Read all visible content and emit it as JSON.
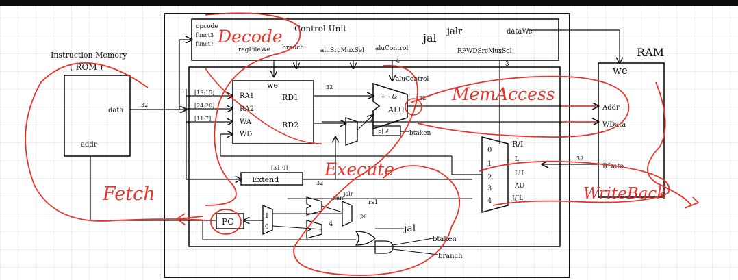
{
  "colors": {
    "ink": "#111111",
    "annotation": "#e8332a",
    "background": "#ffffff"
  },
  "instruction_memory": {
    "title": "Instruction Memory",
    "subtitle": "( ROM )",
    "data_label": "data",
    "addr_label": "addr",
    "bus_width": "32"
  },
  "control_unit": {
    "title": "Control Unit",
    "fields": [
      "opcode",
      "funct3",
      "funct7"
    ],
    "signals": [
      "regFileWe",
      "branch",
      "aluSrcMuxSel",
      "aluControl",
      "jal",
      "jalr",
      "RFWDSrcMuxSel",
      "dataWe"
    ],
    "widths": {
      "alu_control": "4",
      "rfwd_sel": "3"
    }
  },
  "register_file": {
    "we_label": "we",
    "inputs": [
      "[19:15]",
      "[24:20]",
      "[11:7]"
    ],
    "ports_in": [
      "RA1",
      "RA2",
      "WA",
      "WD"
    ],
    "ports_out": [
      "RD1",
      "RD2"
    ],
    "bus_width": "32"
  },
  "alu": {
    "label": "ALU",
    "ops": "+ - & |",
    "control_label": "aluControl",
    "comparator_label": "비교",
    "btaken_label": "btaken",
    "bus_width": "32"
  },
  "extend": {
    "label": "Extend",
    "width_in": "[31:0]",
    "width_out": "32"
  },
  "pc": {
    "label": "PC",
    "adder_inputs": [
      "imm",
      "4",
      "jalr",
      "rs1",
      "pc"
    ],
    "mux_inputs": [
      "1",
      "0"
    ],
    "logic_labels": [
      "jal",
      "btaken",
      "branch"
    ]
  },
  "ram": {
    "title": "RAM",
    "we_label": "we",
    "addr_label": "Addr",
    "wdata_label": "WData",
    "rdata_label": "RData",
    "bus_width": "32"
  },
  "writeback_mux": {
    "inputs": [
      "0",
      "1",
      "2",
      "3",
      "4"
    ],
    "labels": [
      "R/I",
      "L",
      "LU",
      "AU",
      "J/JL"
    ]
  },
  "annotations": {
    "fetch": "Fetch",
    "decode": "Decode",
    "execute": "Execute",
    "mem_access": "MemAccess",
    "write_back": "WriteBack"
  }
}
